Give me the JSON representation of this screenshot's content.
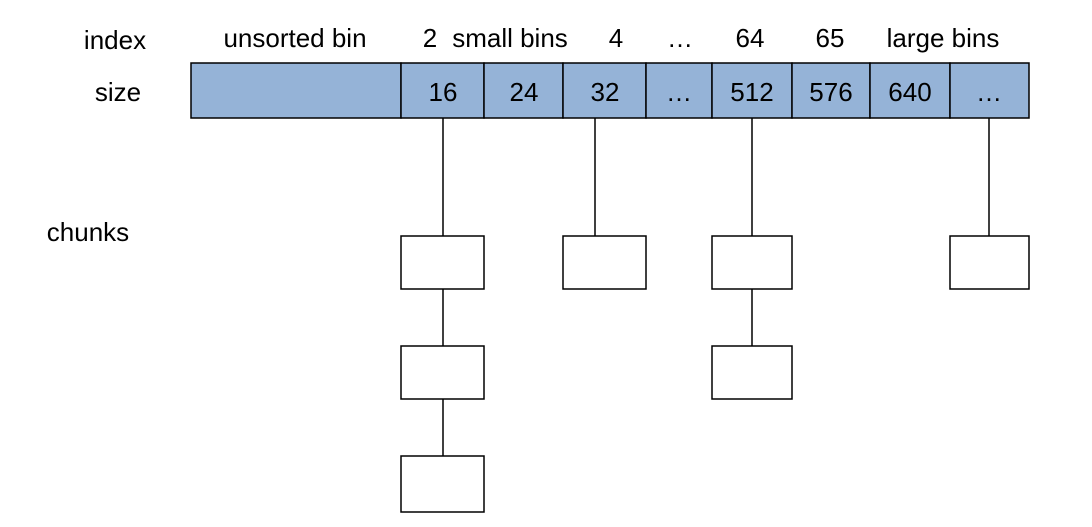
{
  "row_labels": {
    "index": "index",
    "size": "size",
    "chunks": "chunks"
  },
  "index_labels": {
    "unsorted": "unsorted bin",
    "small_start": "2",
    "small": "small bins",
    "small_end": "4",
    "ellipsis": "…",
    "idx_64": "64",
    "idx_65": "65",
    "large": "large bins"
  },
  "size_cells": [
    {
      "label": ""
    },
    {
      "label": "16"
    },
    {
      "label": "24"
    },
    {
      "label": "32"
    },
    {
      "label": "…"
    },
    {
      "label": "512"
    },
    {
      "label": "576"
    },
    {
      "label": "640"
    },
    {
      "label": "…"
    }
  ],
  "chunk_columns": [
    {
      "cell": 1,
      "chunks": 3
    },
    {
      "cell": 3,
      "chunks": 1
    },
    {
      "cell": 5,
      "chunks": 2
    },
    {
      "cell": 8,
      "chunks": 1
    }
  ],
  "colors": {
    "cell_fill": "#95b3d7",
    "stroke": "#000000"
  }
}
